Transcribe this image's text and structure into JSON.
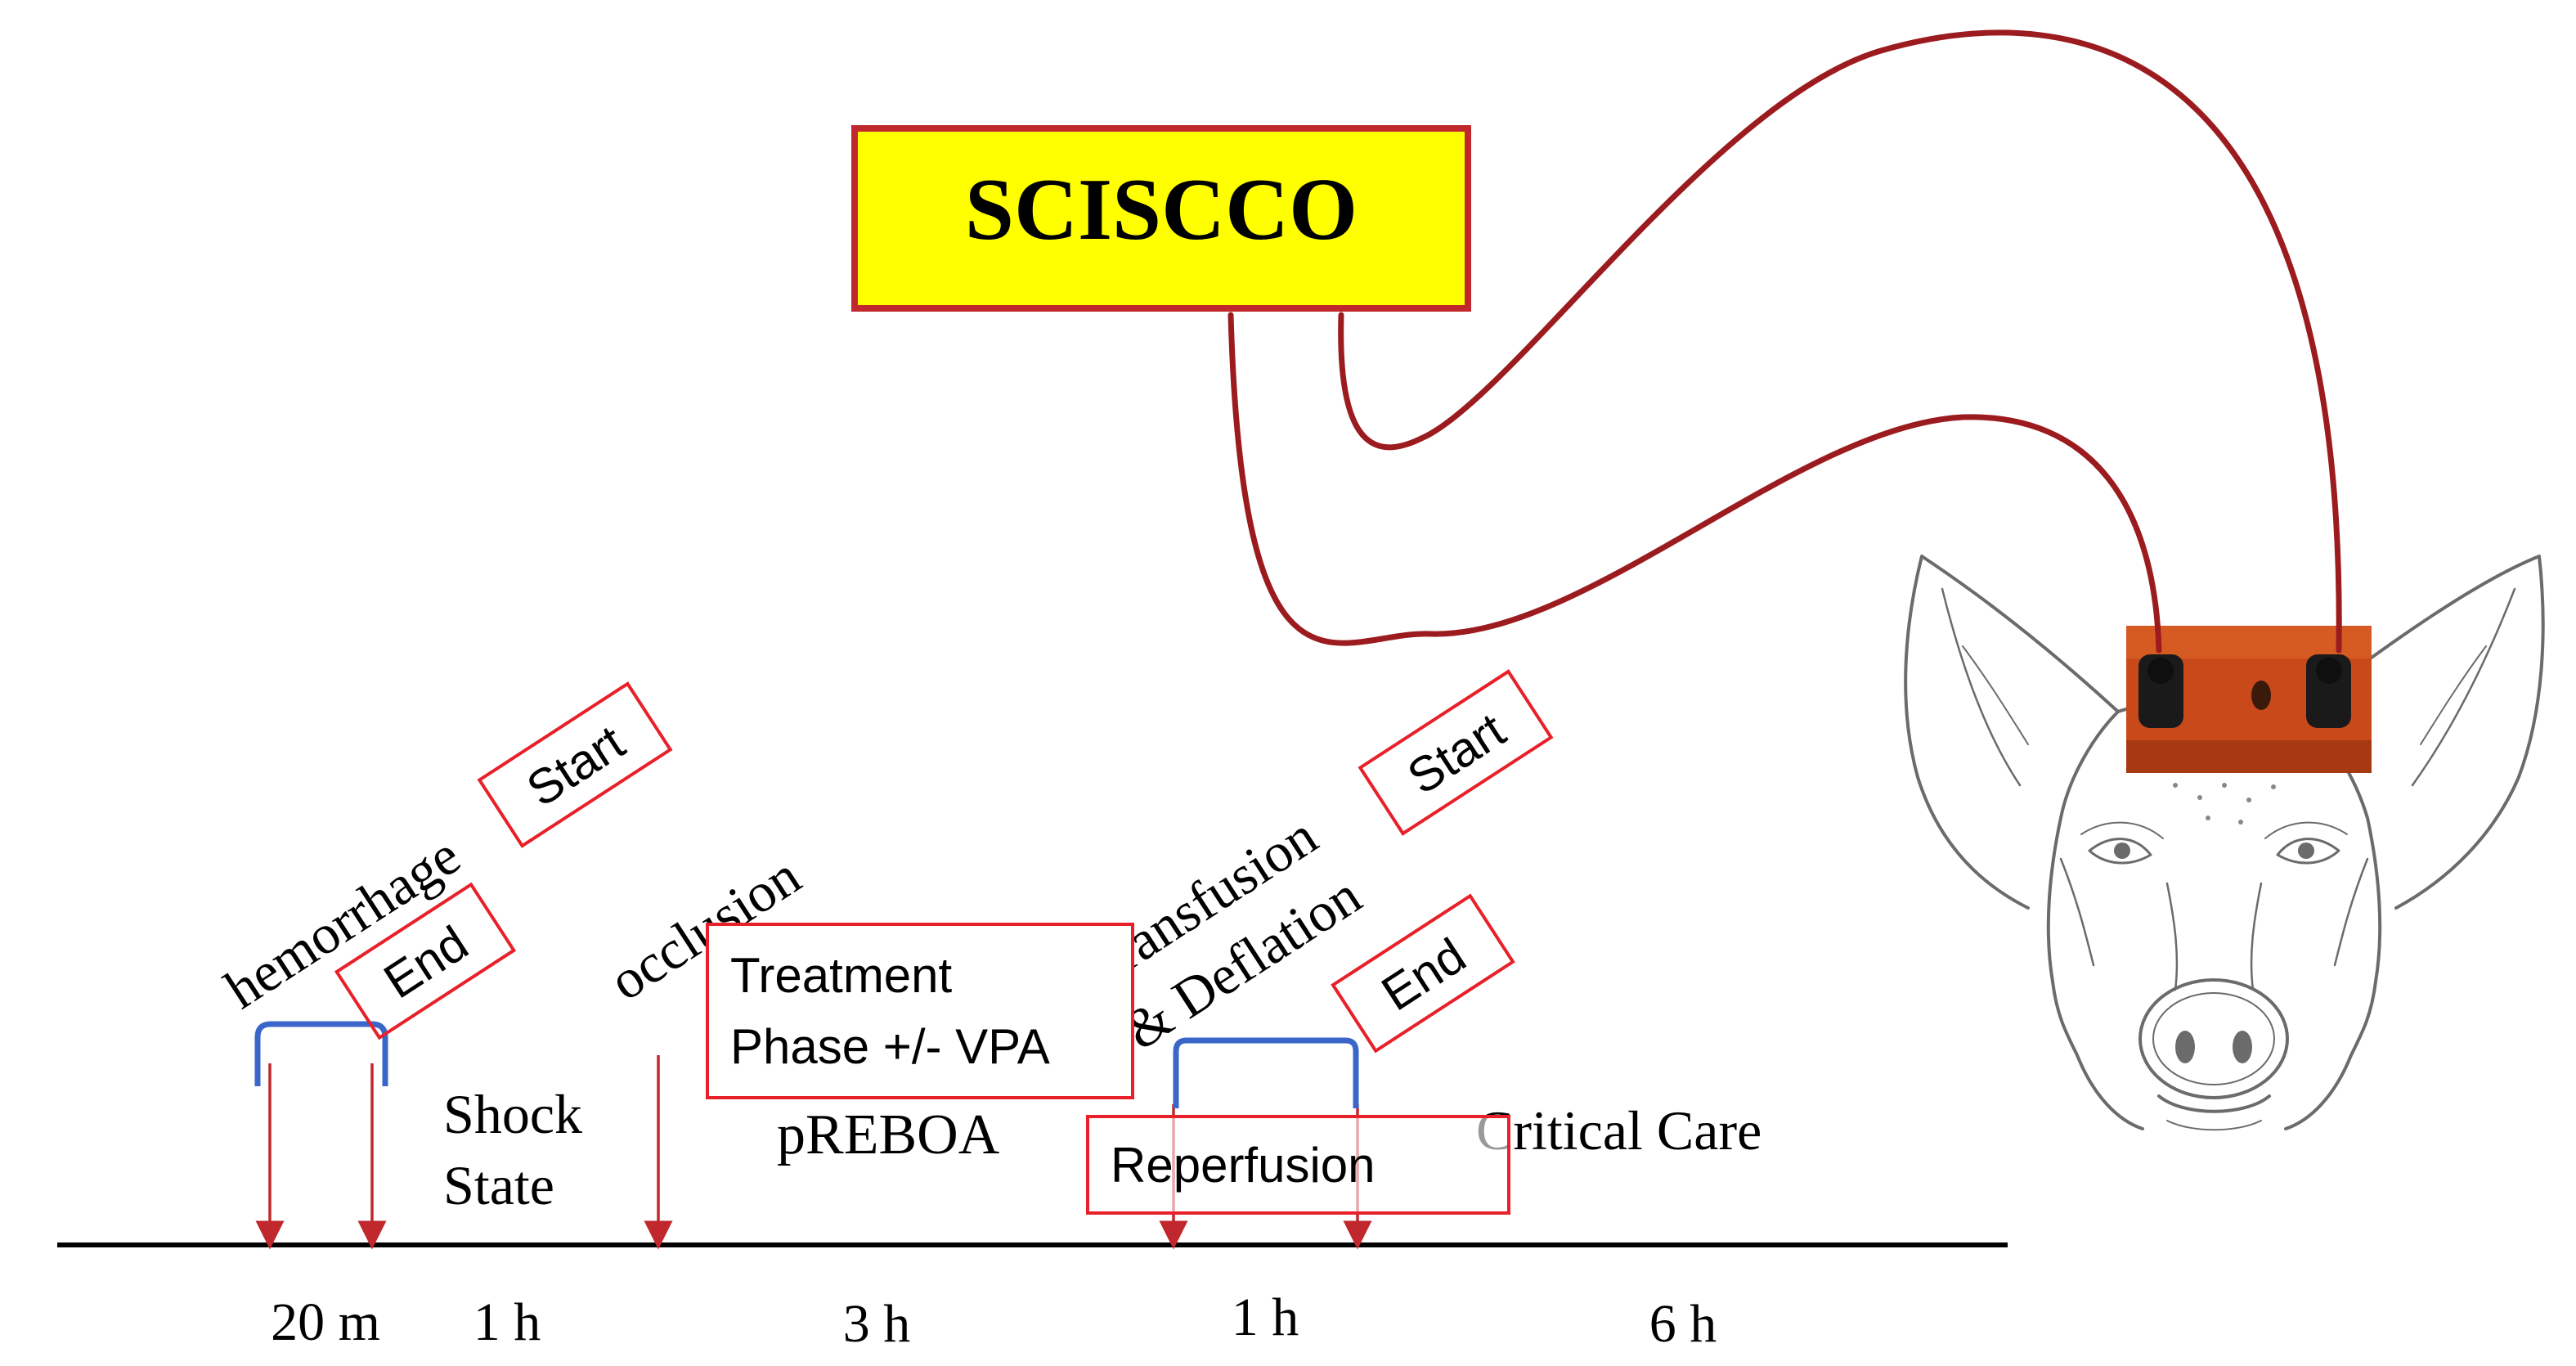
{
  "device": {
    "label": "SCISCCO",
    "fill": "#ffff00",
    "border": "#c0282d",
    "text": "#000000"
  },
  "colors": {
    "cable": "#9b1b1f",
    "red_box": "#e8202a",
    "arrow": "#c0282d",
    "bracket": "#3a66c9",
    "axis": "#000000"
  },
  "events": {
    "hemorrhage": "hemorrhage",
    "hemorrhage_start": "Start",
    "hemorrhage_end": "End",
    "occlusion": "occlusion",
    "transfusion": "Transfusion",
    "deflation": "& Deflation",
    "transfusion_start": "Start",
    "transfusion_end": "End"
  },
  "phases": {
    "shock_line1": "Shock",
    "shock_line2": "State",
    "treatment_line1": "Treatment",
    "treatment_line2": "Phase +/- VPA",
    "preboa": "pREBOA",
    "reperfusion": "Reperfusion",
    "critical_care": "Critical Care"
  },
  "durations": [
    "20 m",
    "1 h",
    "3 h",
    "1 h",
    "6 h"
  ],
  "illustration": {
    "subject": "pig-head-line-drawing",
    "sensor": "cerebral-electrode-patch"
  }
}
